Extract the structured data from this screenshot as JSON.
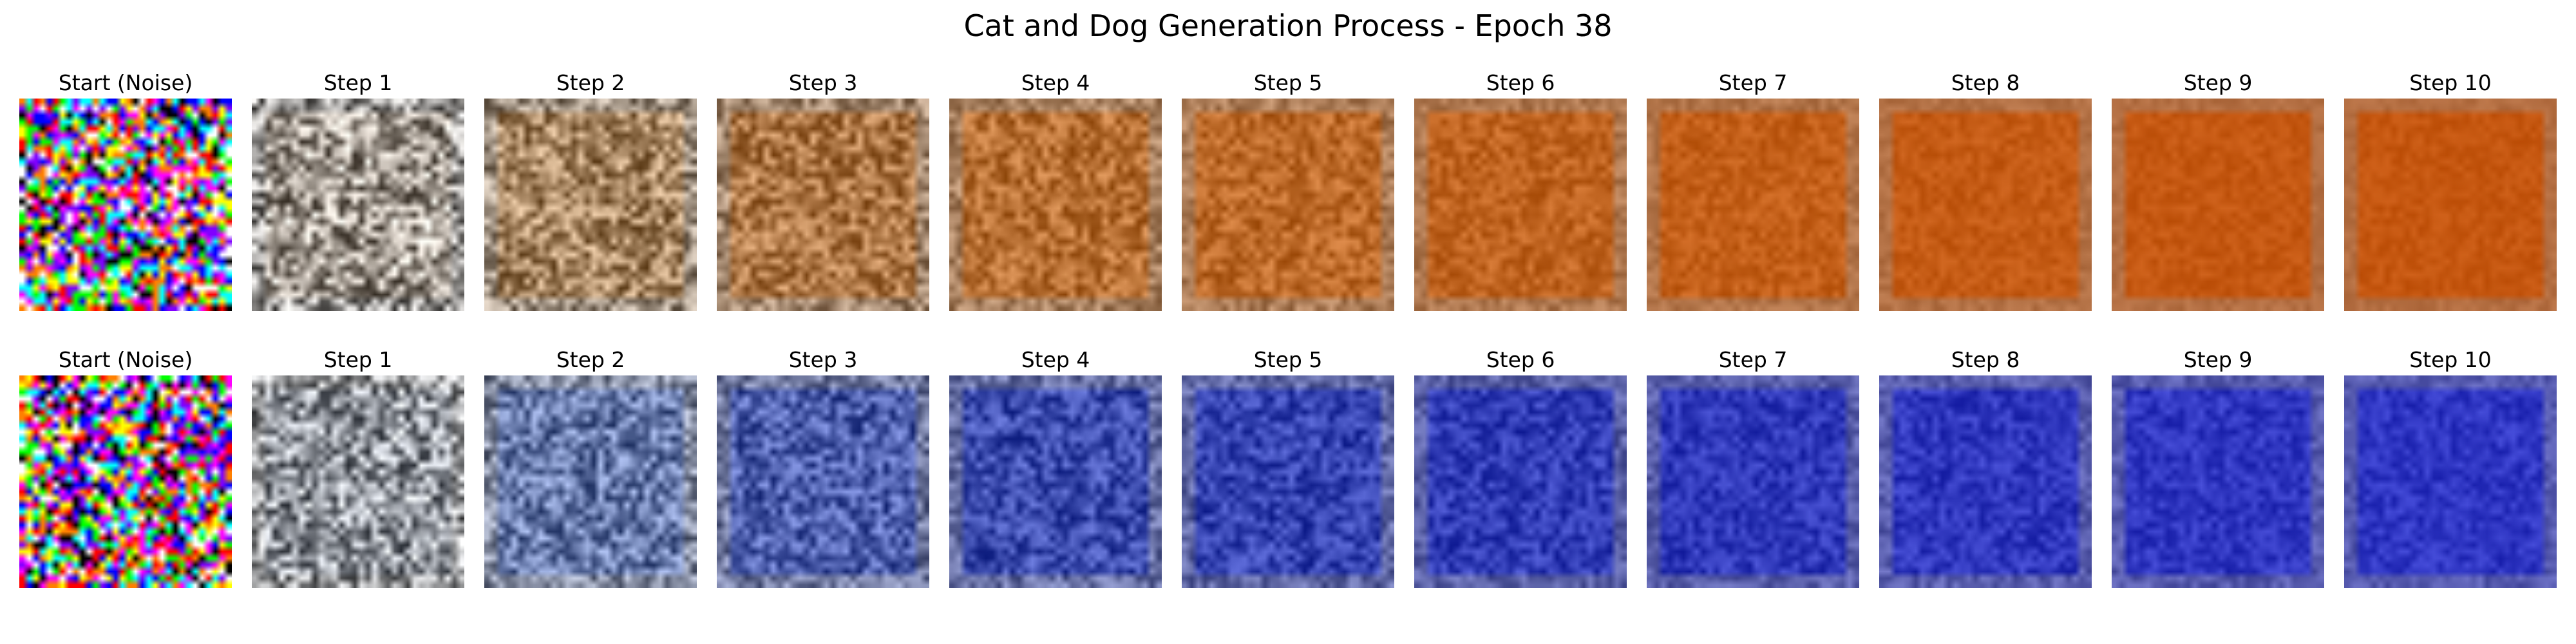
{
  "figure": {
    "title": "Cat and Dog Generation Process - Epoch 38"
  },
  "rows": [
    {
      "panels": [
        {
          "label": "Start (Noise)",
          "image": "noise"
        },
        {
          "label": "Step 1",
          "image": "denoised",
          "tint": "#a89682",
          "noise_level": 0.9
        },
        {
          "label": "Step 2",
          "image": "denoised",
          "tint": "#b07a3f",
          "noise_level": 0.65
        },
        {
          "label": "Step 3",
          "image": "denoised",
          "tint": "#b96b25",
          "noise_level": 0.5
        },
        {
          "label": "Step 4",
          "image": "denoised",
          "tint": "#c06315",
          "noise_level": 0.38
        },
        {
          "label": "Step 5",
          "image": "denoised",
          "tint": "#c45f10",
          "noise_level": 0.3
        },
        {
          "label": "Step 6",
          "image": "denoised",
          "tint": "#c65c0e",
          "noise_level": 0.22
        },
        {
          "label": "Step 7",
          "image": "denoised",
          "tint": "#c8590b",
          "noise_level": 0.16
        },
        {
          "label": "Step 8",
          "image": "denoised",
          "tint": "#c8560a",
          "noise_level": 0.12
        },
        {
          "label": "Step 9",
          "image": "denoised",
          "tint": "#c85409",
          "noise_level": 0.1
        },
        {
          "label": "Step 10",
          "image": "denoised",
          "tint": "#c85308",
          "noise_level": 0.09
        }
      ]
    },
    {
      "panels": [
        {
          "label": "Start (Noise)",
          "image": "noise"
        },
        {
          "label": "Step 1",
          "image": "denoised",
          "tint": "#8a93a3",
          "noise_level": 0.9
        },
        {
          "label": "Step 2",
          "image": "denoised",
          "tint": "#4a68b8",
          "noise_level": 0.65
        },
        {
          "label": "Step 3",
          "image": "denoised",
          "tint": "#2c45b6",
          "noise_level": 0.52
        },
        {
          "label": "Step 4",
          "image": "denoised",
          "tint": "#1e33b6",
          "noise_level": 0.42
        },
        {
          "label": "Step 5",
          "image": "denoised",
          "tint": "#1a2cb8",
          "noise_level": 0.36
        },
        {
          "label": "Step 6",
          "image": "denoised",
          "tint": "#1a28bc",
          "noise_level": 0.3
        },
        {
          "label": "Step 7",
          "image": "denoised",
          "tint": "#1c27c0",
          "noise_level": 0.26
        },
        {
          "label": "Step 8",
          "image": "denoised",
          "tint": "#1e27c4",
          "noise_level": 0.24
        },
        {
          "label": "Step 9",
          "image": "denoised",
          "tint": "#1f27c6",
          "noise_level": 0.22
        },
        {
          "label": "Step 10",
          "image": "denoised",
          "tint": "#2028c8",
          "noise_level": 0.2
        }
      ]
    }
  ]
}
